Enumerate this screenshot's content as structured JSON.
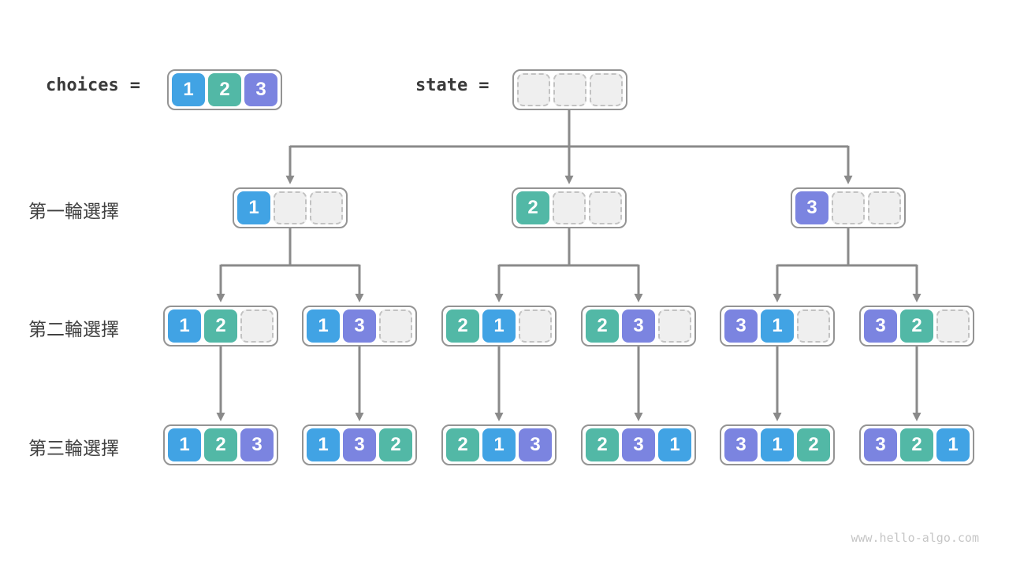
{
  "value_colors": {
    "1": "#41a3e4",
    "2": "#52b8a6",
    "3": "#7b84e0"
  },
  "wire_color": "#8a8a8a",
  "header": {
    "choices_label": "choices",
    "choices_equals": "=",
    "choices_cells": [
      "1",
      "2",
      "3"
    ],
    "state_label": "state",
    "state_equals": "="
  },
  "tree": {
    "rows": [
      {
        "label": "第一輪選擇",
        "nodes": [
          [
            "1",
            "",
            ""
          ],
          [
            "2",
            "",
            ""
          ],
          [
            "3",
            "",
            ""
          ]
        ]
      },
      {
        "label": "第二輪選擇",
        "nodes": [
          [
            "1",
            "2",
            ""
          ],
          [
            "1",
            "3",
            ""
          ],
          [
            "2",
            "1",
            ""
          ],
          [
            "2",
            "3",
            ""
          ],
          [
            "3",
            "1",
            ""
          ],
          [
            "3",
            "2",
            ""
          ]
        ]
      },
      {
        "label": "第三輪選擇",
        "nodes": [
          [
            "1",
            "2",
            "3"
          ],
          [
            "1",
            "3",
            "2"
          ],
          [
            "2",
            "1",
            "3"
          ],
          [
            "2",
            "3",
            "1"
          ],
          [
            "3",
            "1",
            "2"
          ],
          [
            "3",
            "2",
            "1"
          ]
        ]
      }
    ]
  },
  "watermark": "www.hello-algo.com"
}
